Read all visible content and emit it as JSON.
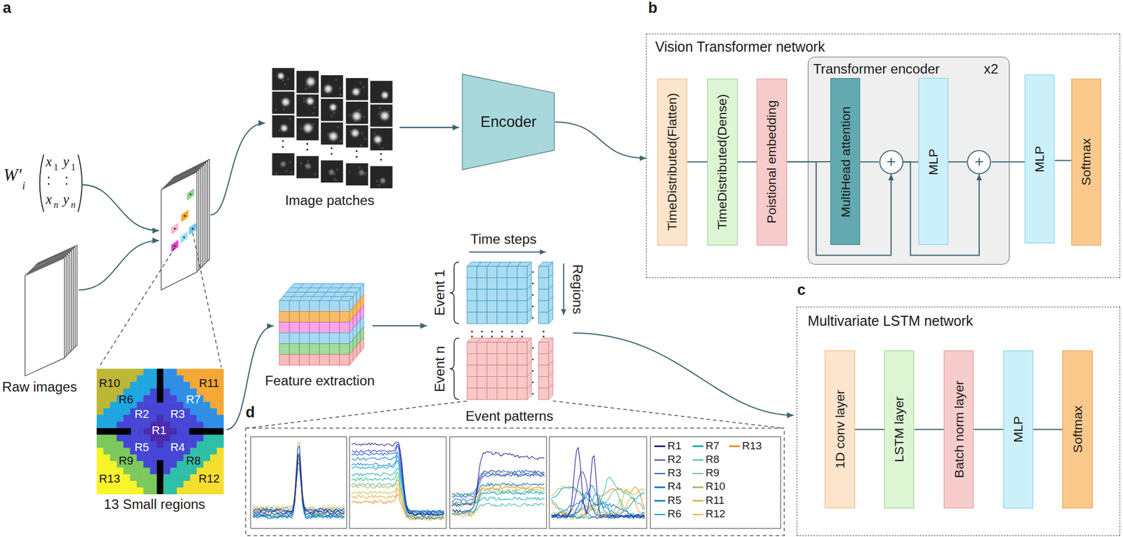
{
  "diagram": {
    "nodes": [
      {
        "text": [
          "Encoder"
        ]
      },
      {
        "text": [
          "Vision Transformer network"
        ]
      },
      {
        "text": [
          "TimeDistributed(Flatten)"
        ],
        "in": 1
      },
      {
        "text": [
          "TimeDistributed(Dense)"
        ],
        "in": 1
      },
      {
        "text": [
          "Poistional embedding"
        ],
        "in": 1
      },
      {
        "text": [
          "Transformer encoder",
          "x2"
        ],
        "in": 1
      },
      {
        "text": [
          "MultiHead attention"
        ],
        "in": 5
      },
      {
        "text": [
          "+"
        ],
        "in": 5
      },
      {
        "text": [
          "MLP"
        ],
        "in": 5
      },
      {
        "text": [
          "+"
        ],
        "in": 5
      },
      {
        "text": [
          "MLP"
        ],
        "in": 1
      },
      {
        "text": [
          "Softmax"
        ],
        "in": 1
      },
      {
        "text": [
          "Multivariate LSTM network"
        ]
      },
      {
        "text": [
          "1D conv layer"
        ],
        "in": 12
      },
      {
        "text": [
          "LSTM layer"
        ],
        "in": 12
      },
      {
        "text": [
          "Batch norm layer"
        ],
        "in": 12
      },
      {
        "text": [
          "MLP"
        ],
        "in": 12
      },
      {
        "text": [
          "Softmax"
        ],
        "in": 12
      }
    ],
    "edges": [
      {
        "from": 0,
        "to": 1,
        "arrow": "to"
      },
      {
        "from": 2,
        "to": 3,
        "arrow": "none"
      },
      {
        "from": 3,
        "to": 4,
        "arrow": "none"
      },
      {
        "from": 4,
        "to": 6,
        "arrow": "none"
      },
      {
        "from": 6,
        "to": 7,
        "arrow": "none"
      },
      {
        "from": 7,
        "to": 8,
        "arrow": "none"
      },
      {
        "from": 8,
        "to": 9,
        "arrow": "none"
      },
      {
        "from": 9,
        "to": 10,
        "arrow": "none"
      },
      {
        "from": 10,
        "to": 11,
        "arrow": "none"
      },
      {
        "from": 4,
        "to": 7,
        "arrow": "to"
      },
      {
        "from": 7,
        "to": 9,
        "arrow": "to"
      },
      {
        "from": 13,
        "to": 14,
        "arrow": "none"
      },
      {
        "from": 14,
        "to": 15,
        "arrow": "none"
      },
      {
        "from": 15,
        "to": 16,
        "arrow": "none"
      },
      {
        "from": 16,
        "to": 17,
        "arrow": "none"
      }
    ],
    "labels": [
      "a",
      "b",
      "c",
      "d",
      "W′",
      "i",
      "x",
      "1",
      "y",
      "1",
      "x",
      "n",
      "y",
      "n",
      "Raw images",
      "Image patches",
      "Feature extraction",
      "Time steps",
      "Regions",
      "Event 1",
      "Event n",
      "Event patterns",
      "13 Small regions",
      "R10",
      "R11",
      "R6",
      "R7",
      "R2",
      "R3",
      "R1",
      "R5",
      "R4",
      "R9",
      "R8",
      "R13",
      "R12"
    ],
    "legend": [
      {
        "text": "R1"
      },
      {
        "text": "R2"
      },
      {
        "text": "R3"
      },
      {
        "text": "R4"
      },
      {
        "text": "R5"
      },
      {
        "text": "R6"
      },
      {
        "text": "R7"
      },
      {
        "text": "R8"
      },
      {
        "text": "R9"
      },
      {
        "text": "R10"
      },
      {
        "text": "R11"
      },
      {
        "text": "R12"
      },
      {
        "text": "R13"
      }
    ]
  }
}
